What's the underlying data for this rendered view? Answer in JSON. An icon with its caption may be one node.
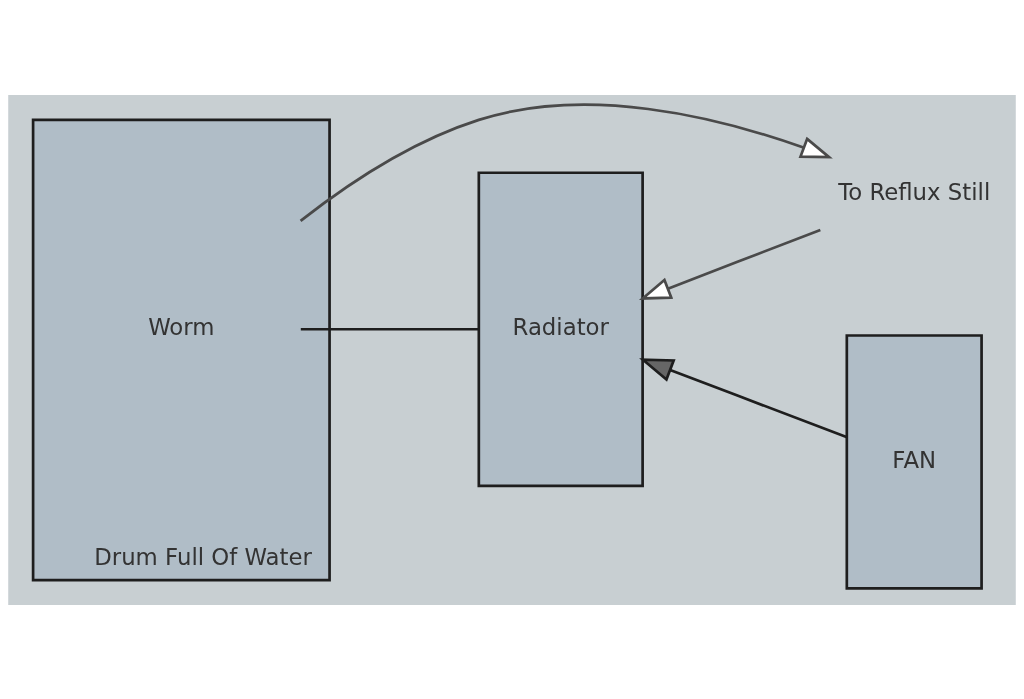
{
  "diagram": {
    "nodes": [
      {
        "text": [
          "Radiator"
        ]
      },
      {
        "text": [
          "FAN"
        ]
      },
      {
        "text": [
          "Drum Full Of Water"
        ]
      },
      {
        "text": [
          "Worm"
        ],
        "in": 2
      },
      {
        "text": [
          "To Reflux Still"
        ]
      }
    ],
    "edges": [
      {
        "from": 4,
        "to": 0,
        "arrow": "to"
      },
      {
        "from": 0,
        "to": 3,
        "arrow": "none"
      },
      {
        "from": 3,
        "to": 4,
        "arrow": "to"
      },
      {
        "from": 1,
        "to": 0,
        "arrow": "to"
      }
    ]
  }
}
